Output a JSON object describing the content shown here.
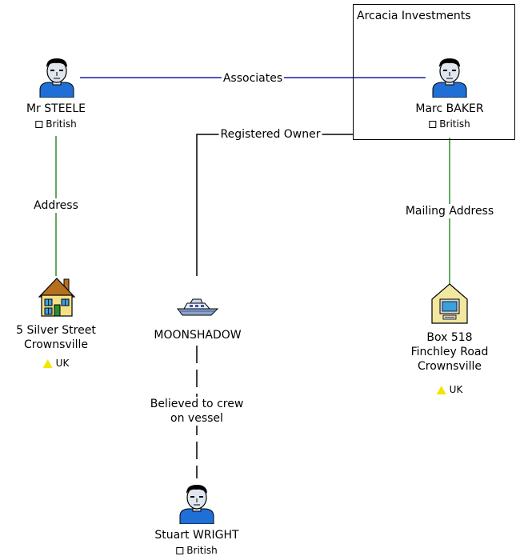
{
  "group": {
    "title": "Arcacia Investments"
  },
  "entities": {
    "steele": {
      "name": "Mr STEELE",
      "attr": "British"
    },
    "baker": {
      "name": "Marc BAKER",
      "attr": "British"
    },
    "wright": {
      "name": "Stuart WRIGHT",
      "attr": "British"
    },
    "silver_street": {
      "line1": "5 Silver Street",
      "line2": "Crownsville",
      "attr": "UK"
    },
    "box518": {
      "line1": "Box 518",
      "line2": "Finchley Road",
      "line3": "Crownsville",
      "attr": "UK"
    },
    "moonshadow": {
      "name": "MOONSHADOW"
    }
  },
  "links": {
    "associates": "Associates",
    "registered_owner": "Registered Owner",
    "address": "Address",
    "mailing_address": "Mailing Address",
    "crew_line1": "Believed to crew",
    "crew_line2": "on vessel"
  },
  "colors": {
    "associates_link": "#1c1ca8",
    "address_link": "#2e8b2e",
    "owner_link": "#000000",
    "crew_link": "#000000",
    "person_shirt": "#1f6fd6",
    "person_skin": "#dfe6ee",
    "warning_triangle": "#f2e600",
    "house_wall": "#f5e08a",
    "house_roof": "#b5701f",
    "mailbox": "#f2e7a0"
  },
  "icons": {
    "person": "person-icon",
    "house": "house-icon",
    "boat": "boat-icon",
    "mailbox": "mailbox-icon",
    "warning": "warning-triangle-icon",
    "flag": "checkbox-flag-icon"
  }
}
